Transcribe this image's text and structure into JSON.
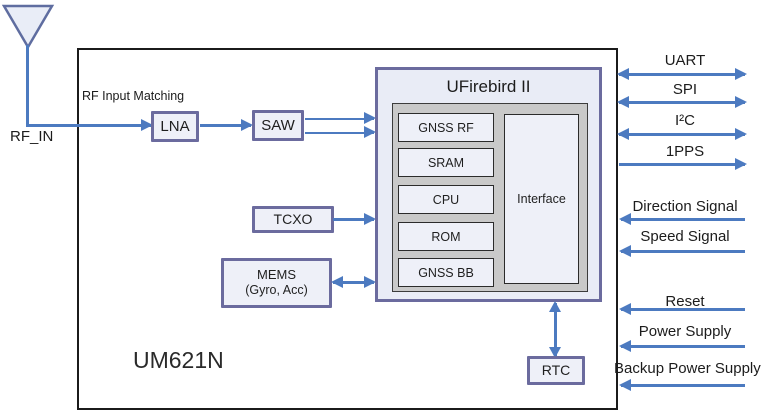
{
  "diagram": {
    "module_label": "UM621N",
    "rf_in_label": "RF_IN",
    "rf_matching_label": "RF Input Matching",
    "blocks": {
      "lna": "LNA",
      "saw": "SAW",
      "tcxo": "TCXO",
      "mems_line1": "MEMS",
      "mems_line2": "(Gyro, Acc)",
      "rtc": "RTC"
    },
    "chip": {
      "title": "UFirebird II",
      "subblocks": [
        "GNSS RF",
        "SRAM",
        "CPU",
        "ROM",
        "GNSS BB"
      ],
      "interface_label": "Interface"
    },
    "signals": [
      {
        "label": "UART",
        "direction": "bidirectional"
      },
      {
        "label": "SPI",
        "direction": "bidirectional"
      },
      {
        "label": "I²C",
        "direction": "bidirectional"
      },
      {
        "label": "1PPS",
        "direction": "output"
      },
      {
        "label": "Direction Signal",
        "direction": "input"
      },
      {
        "label": "Speed Signal",
        "direction": "input"
      },
      {
        "label": "Reset",
        "direction": "input"
      },
      {
        "label": "Power Supply",
        "direction": "input"
      },
      {
        "label": "Backup Power Supply",
        "direction": "input"
      }
    ],
    "colors": {
      "arrow_blue": "#4c7ac0",
      "block_border_purple": "#6b6b9e",
      "block_fill": "#eef0f8",
      "chip_inner_gray": "#c9c9c9"
    }
  }
}
